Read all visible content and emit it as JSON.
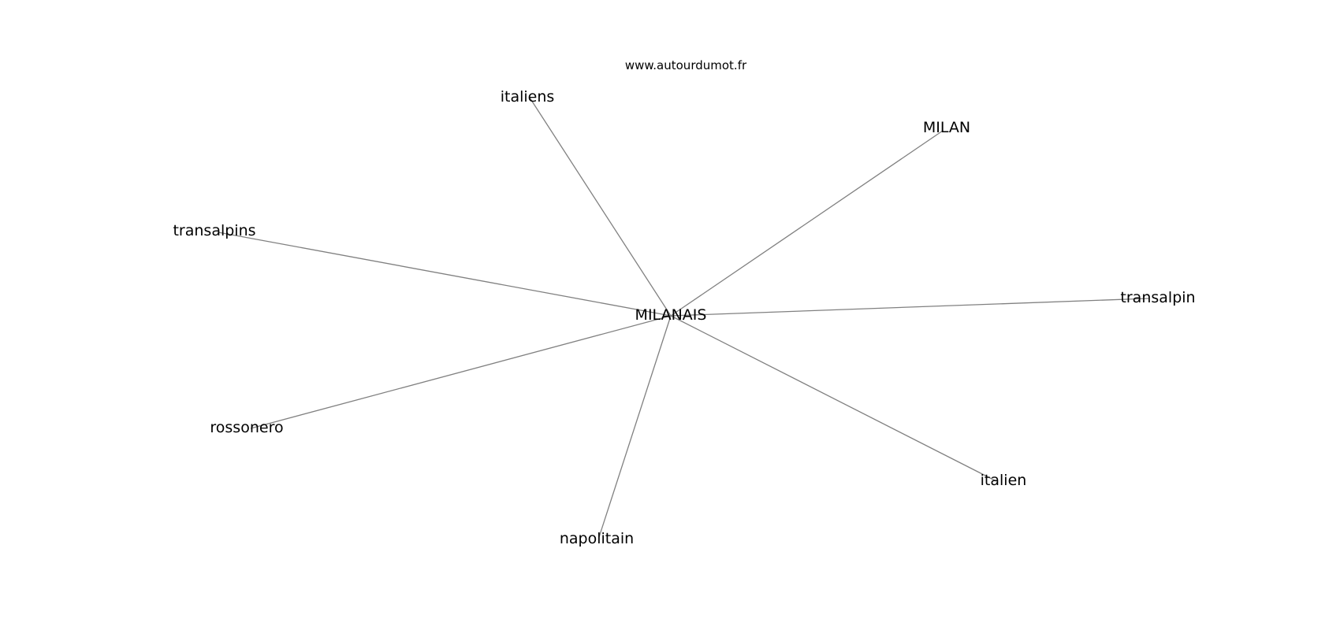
{
  "watermark": "www.autourdumot.fr",
  "center": "MILANAIS",
  "related": [
    "italiens",
    "MILAN",
    "transalpins",
    "transalpin",
    "rossonero",
    "italien",
    "napolitain"
  ],
  "colors": {
    "edge": "#808080",
    "text": "#000000",
    "background": "#ffffff"
  }
}
